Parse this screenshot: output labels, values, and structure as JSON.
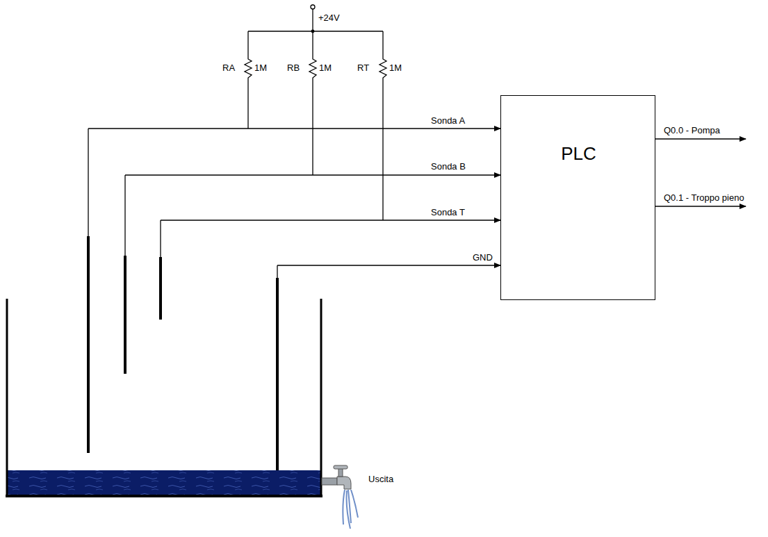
{
  "diagram": {
    "nodes": [
      {
        "text": [
          "PLC"
        ]
      }
    ],
    "labels": [
      "+24V",
      "RA",
      "1M",
      "RB",
      "1M",
      "RT",
      "1M",
      "Sonda A",
      "Sonda B",
      "Sonda T",
      "GND",
      "Q0.0 - Pompa",
      "Q0.1 - Troppo pieno",
      "Uscita"
    ]
  }
}
